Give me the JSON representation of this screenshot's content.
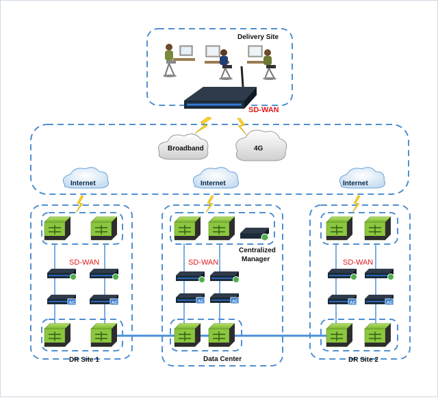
{
  "diagram": {
    "delivery_site": "Delivery Site",
    "sdwan_main": "SD-WAN",
    "broadband": "Broadband",
    "fourg": "4G",
    "internet_left": "Internet",
    "internet_center": "Internet",
    "internet_right": "Internet",
    "sdwan_left": "SD-WAN",
    "sdwan_center": "SD-WAN",
    "sdwan_right": "SD-WAN",
    "centralized": "Centralized",
    "manager": "Manager",
    "dr_site_1": "DR Site 1",
    "data_center": "Data Center",
    "dr_site_2": "DR Site 2",
    "device_tag": "AC"
  },
  "colors": {
    "dash": "#4f8fd0",
    "switch_green": "#8cc63f",
    "switch_dark": "#2d2d2d",
    "router_dark": "#1c2b3a",
    "router_blue": "#2e7bd6",
    "bolt": "#ffd21f",
    "cloud_fill": "#e7f1fb",
    "link_blue": "#4a90d9",
    "label_red": "#e01a1a"
  }
}
